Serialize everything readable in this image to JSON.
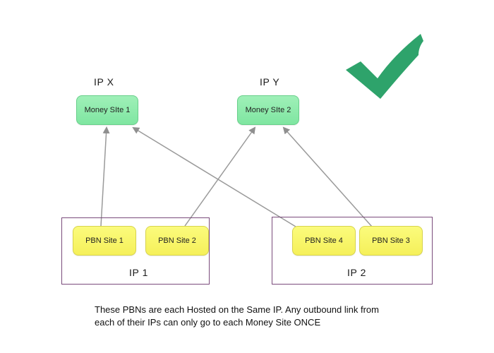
{
  "diagram": {
    "ip_labels": {
      "ip_x": "IP X",
      "ip_y": "IP Y",
      "ip_1": "IP 1",
      "ip_2": "IP 2"
    },
    "money_sites": {
      "site_1": "Money SIte 1",
      "site_2": "Money SIte 2"
    },
    "pbn_sites": {
      "site_1": "PBN Site 1",
      "site_2": "PBN Site 2",
      "site_4": "PBN Site 4",
      "site_3": "PBN Site 3"
    },
    "caption": {
      "line_1": "These PBNs are each Hosted on the Same IP. Any outbound link from",
      "line_2": "each of their IPs can only go to each Money Site ONCE"
    },
    "colors": {
      "money_site": "#87eba8",
      "pbn_site": "#f7f362",
      "group_border": "#7a4b7b",
      "arrow": "#9a9a9a",
      "checkmark": "#2ea36b"
    },
    "icons": {
      "checkmark": "check-icon"
    }
  }
}
